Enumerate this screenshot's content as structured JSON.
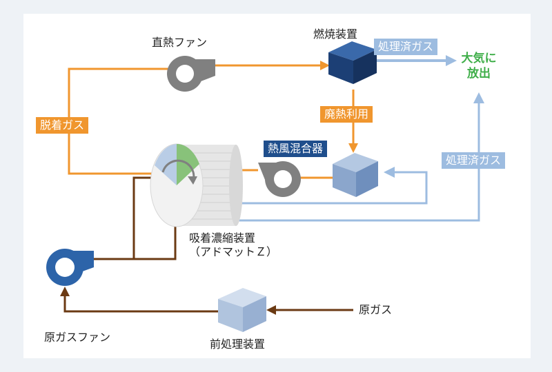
{
  "labels": {
    "direct_heat_fan": "直熱ファン",
    "combustion_device": "燃焼装置",
    "treated_gas_top": "処理済ガス",
    "atmosphere_line1": "大気に",
    "atmosphere_line2": "放出",
    "desorption_gas": "脱着ガス",
    "waste_heat": "廃熱利用",
    "hot_air_mixer": "熱風混合器",
    "treated_gas_right": "処理済ガス",
    "concentrator_line1": "吸着濃縮装置",
    "concentrator_line2": "（アドマットＺ）",
    "raw_gas": "原ガス",
    "raw_gas_fan": "原ガスファン",
    "pretreatment": "前処理装置"
  },
  "colors": {
    "orange": "#f0962e",
    "light_blue": "#9dbce0",
    "navy": "#1f4e8c",
    "brown": "#6b3a13",
    "gray_fan": "#808080",
    "blue_fan": "#2d64a9",
    "green": "#3fae49"
  },
  "icons": [
    "direct-heat-fan-icon",
    "combustion-cube-icon",
    "mixer-cube-icon",
    "pretreatment-cube-icon",
    "mixer-fan-icon",
    "raw-gas-fan-icon",
    "rotor-icon"
  ]
}
